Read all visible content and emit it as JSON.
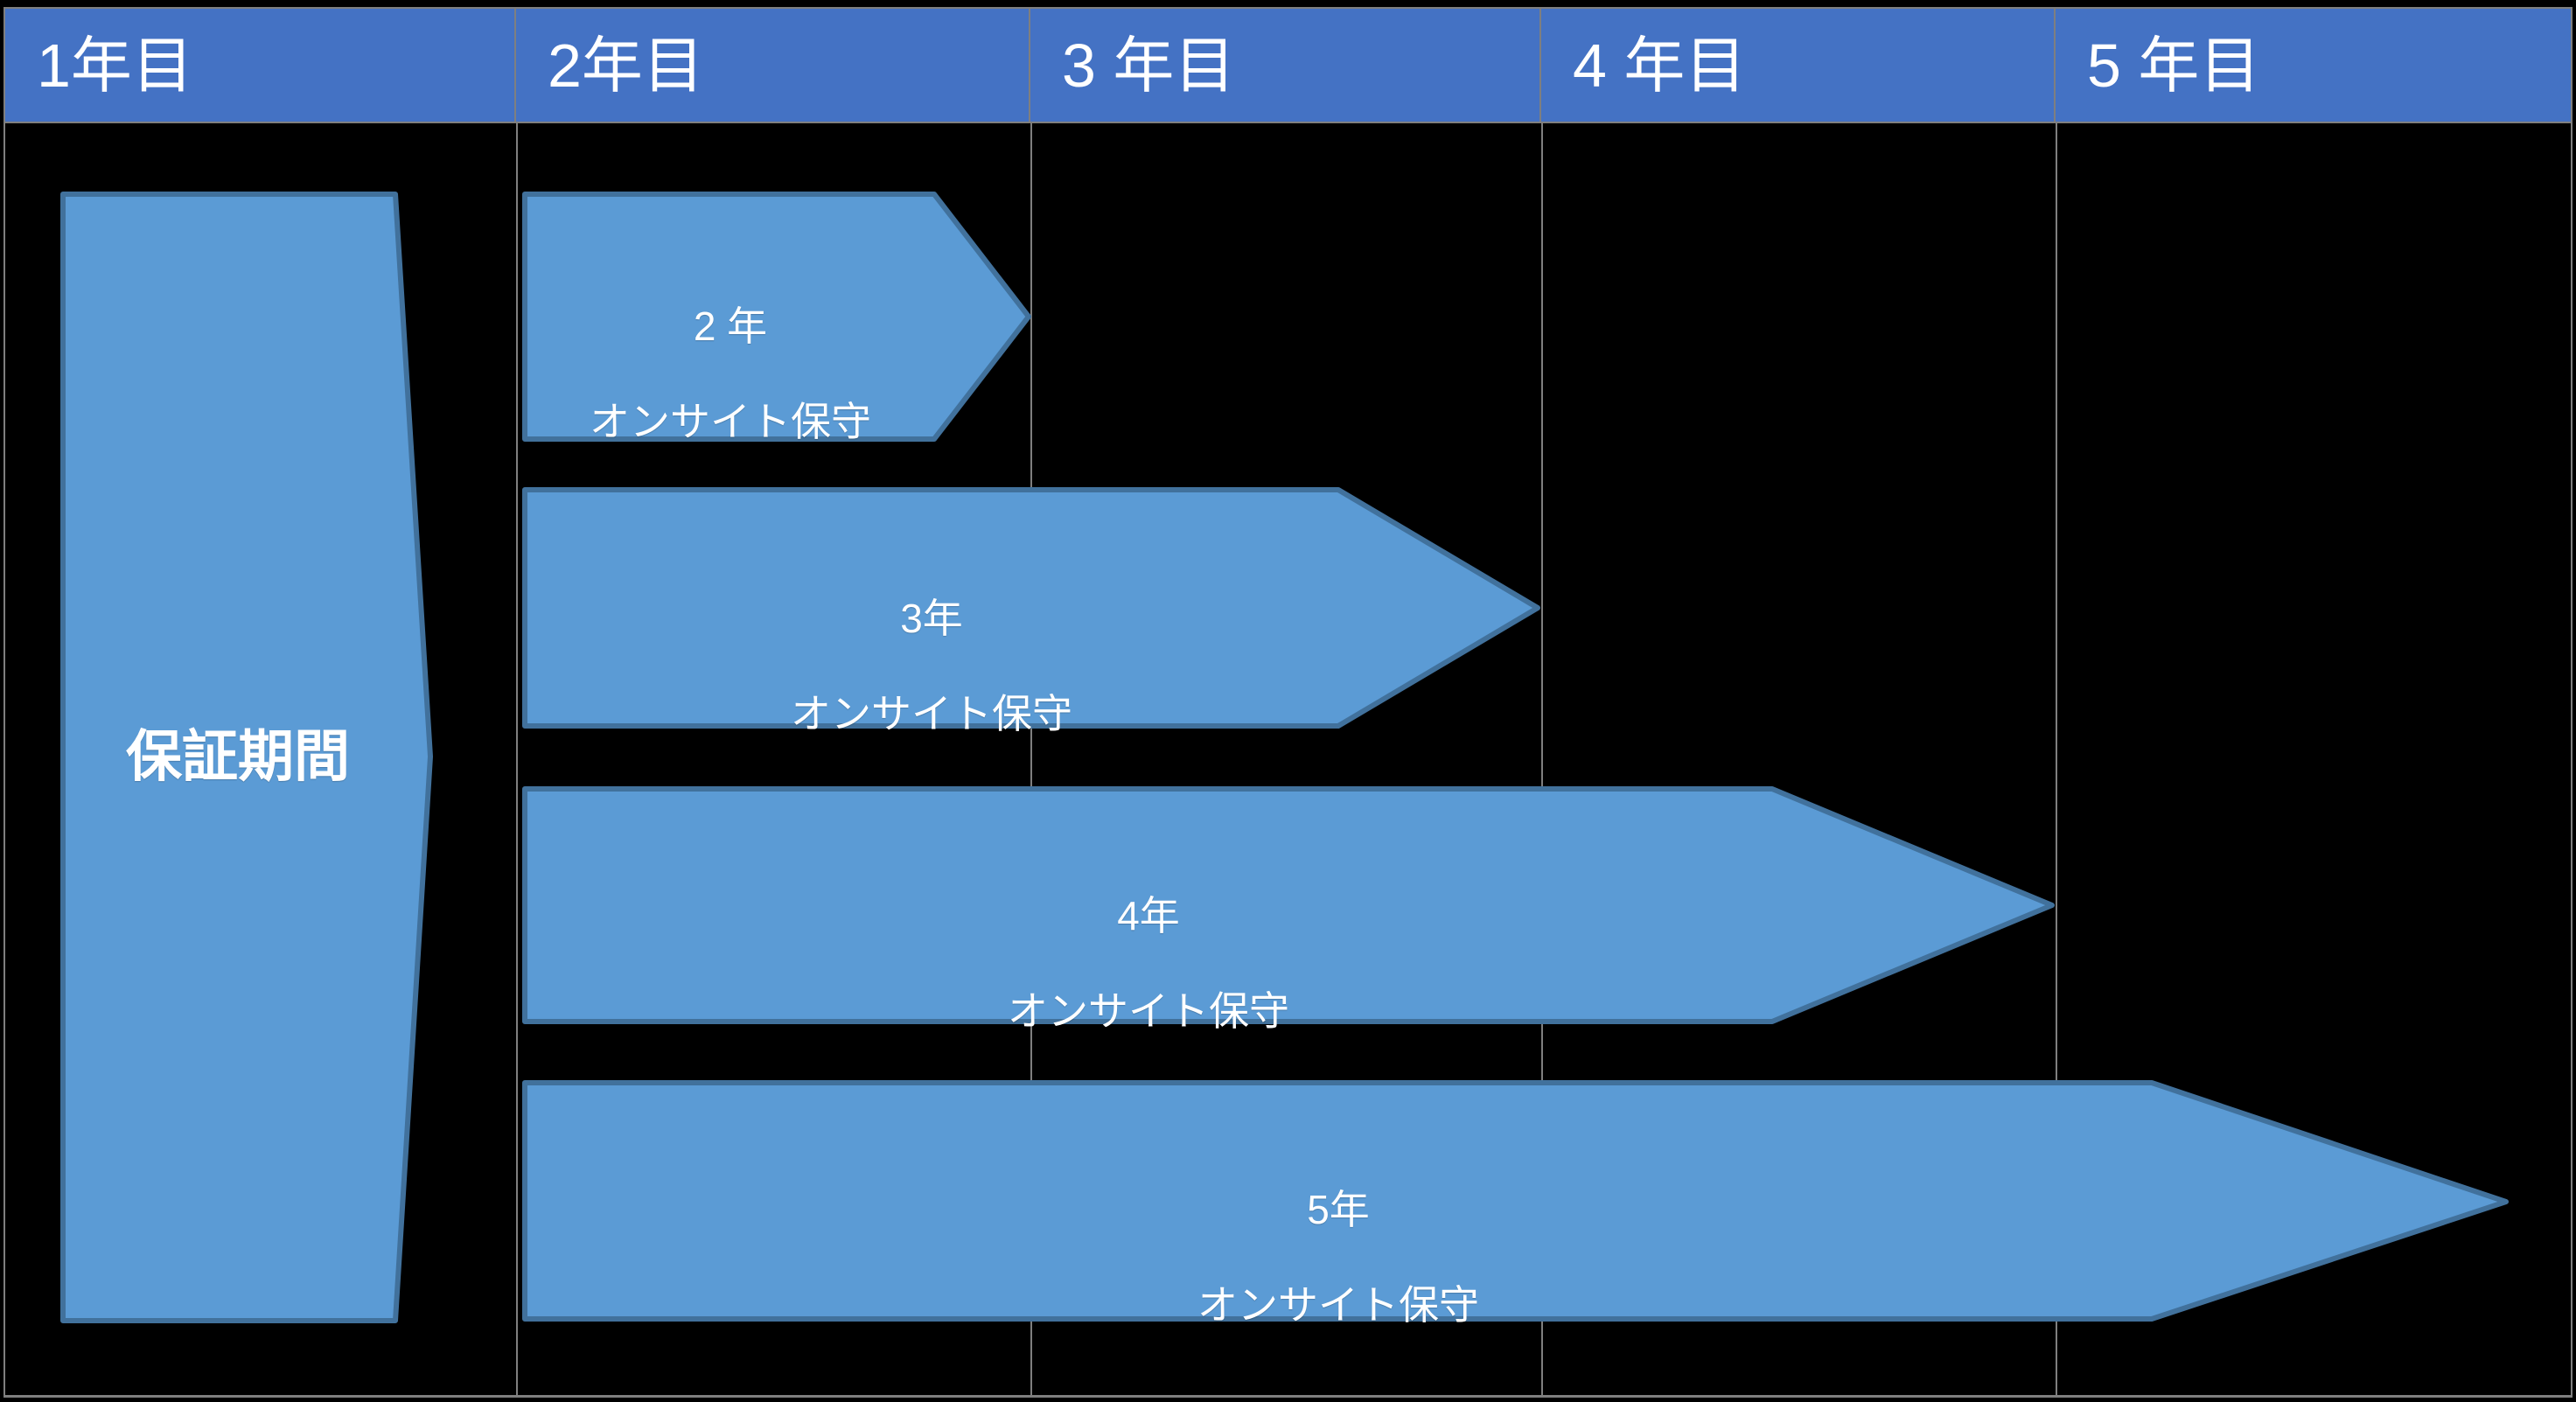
{
  "colors": {
    "header_fill": "#4472C4",
    "header_text": "#FFFFFF",
    "grid_line": "#7F7F7F",
    "background": "#000000",
    "bar_fill": "#5B9BD5",
    "bar_stroke": "#41719C",
    "bar_text": "#FFFFFF"
  },
  "header": {
    "columns": [
      {
        "label": "1年目"
      },
      {
        "label": "2年目"
      },
      {
        "label": "3 年目"
      },
      {
        "label": "4 年目"
      },
      {
        "label": "5 年目"
      }
    ]
  },
  "warranty": {
    "label": "保証期間",
    "shape": "right-chevron",
    "span_years": 1
  },
  "bars": [
    {
      "id": "onsite-2y",
      "line1": "2 年",
      "line2": "オンサイト保守",
      "shape": "right-arrow",
      "start_year": 2,
      "end_year": 2
    },
    {
      "id": "onsite-3y",
      "line1": "3年",
      "line2": "オンサイト保守",
      "shape": "right-arrow",
      "start_year": 2,
      "end_year": 3
    },
    {
      "id": "onsite-4y",
      "line1": "4年",
      "line2": "オンサイト保守",
      "shape": "right-arrow",
      "start_year": 2,
      "end_year": 4
    },
    {
      "id": "onsite-5y",
      "line1": "5年",
      "line2": "オンサイト保守",
      "shape": "right-arrow",
      "start_year": 2,
      "end_year": 5
    }
  ],
  "chart_data": {
    "type": "bar",
    "title": "",
    "xlabel": "",
    "ylabel": "",
    "categories": [
      "1年目",
      "2年目",
      "3 年目",
      "4 年目",
      "5 年目"
    ],
    "x": [
      1,
      2,
      3,
      4,
      5
    ],
    "series": [
      {
        "name": "保証期間",
        "start": 1,
        "end": 1,
        "label": "保証期間"
      },
      {
        "name": "2 年 オンサイト保守",
        "start": 2,
        "end": 2,
        "label": "2 年\nオンサイト保守"
      },
      {
        "name": "3年 オンサイト保守",
        "start": 2,
        "end": 3,
        "label": "3年\nオンサイト保守"
      },
      {
        "name": "4年 オンサイト保守",
        "start": 2,
        "end": 4,
        "label": "4年\nオンサイト保守"
      },
      {
        "name": "5年 オンサイト保守",
        "start": 2,
        "end": 5,
        "label": "5年\nオンサイト保守"
      }
    ],
    "xlim": [
      1,
      5
    ],
    "grid": true,
    "legend": "none"
  }
}
